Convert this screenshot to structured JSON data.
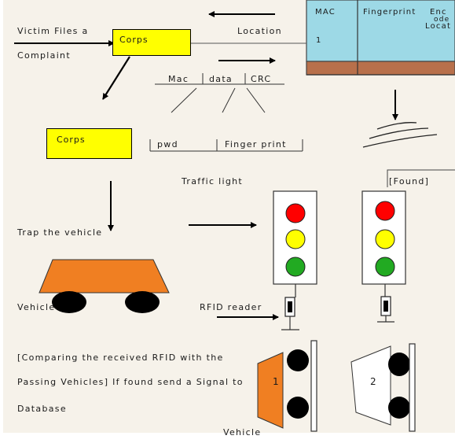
{
  "database": {
    "columns": [
      "MAC",
      "Fingerprint",
      "Enc"
    ],
    "overlap_label": "Locat",
    "overlap_label_2": "ode",
    "row_number": "1",
    "colors": {
      "header": "#9dd9e6",
      "band": "#b8704b",
      "border": "#444444"
    }
  },
  "flow": {
    "victim_line1": "Victim Files a",
    "victim_line2": "Complaint",
    "location": "Location",
    "corps_top": "Corps",
    "corps_lower": "Corps",
    "mac": "Mac",
    "data": "data",
    "crc": "CRC",
    "pwd": "pwd",
    "fingerprint": "Finger print",
    "traffic_light": "Traffic light",
    "found": "[Found]",
    "trap": "Trap the vehicle",
    "vehicle_left": "Vehicle",
    "rfid_reader": "RFID reader",
    "comparing_line1": "[Comparing the received RFID with the",
    "comparing_line2": "Passing Vehicles] If found send a Signal to",
    "comparing_line3": "Database",
    "vehicle_bottom": "Vehicle",
    "car_1": "1",
    "car_2": "2"
  },
  "colors": {
    "box_fill": "#ffff00",
    "vehicle_fill": "#f07f22",
    "light_red": "#ff0000",
    "light_yellow": "#ffff00",
    "light_green": "#22aa22"
  }
}
